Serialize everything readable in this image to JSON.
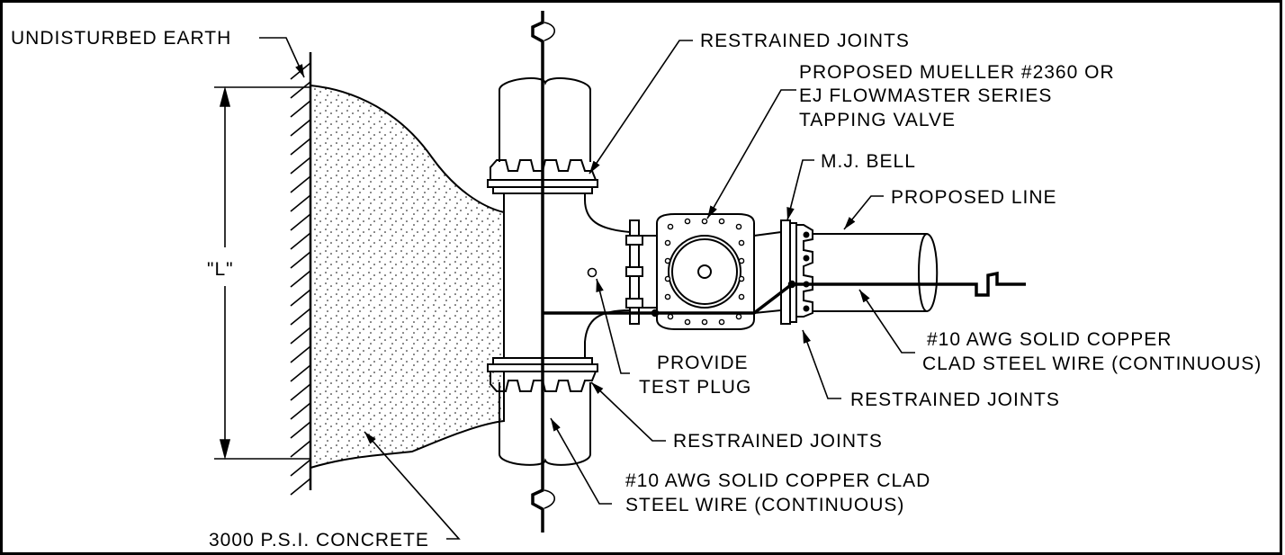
{
  "labels": {
    "undisturbed_earth": "UNDISTURBED EARTH",
    "dimension_l": "\"L\"",
    "concrete": "3000 P.S.I. CONCRETE",
    "restrained_joints_top": "RESTRAINED JOINTS",
    "valve_line1": "PROPOSED MUELLER #2360 OR",
    "valve_line2": "EJ FLOWMASTER SERIES",
    "valve_line3": "TAPPING VALVE",
    "mj_bell": "M.J. BELL",
    "proposed_line": "PROPOSED LINE",
    "test_plug_line1": "PROVIDE",
    "test_plug_line2": "TEST PLUG",
    "wire_right_line1": "#10 AWG SOLID COPPER",
    "wire_right_line2": "CLAD STEEL WIRE (CONTINUOUS)",
    "restrained_joints_right": "RESTRAINED JOINTS",
    "restrained_joints_bottom": "RESTRAINED JOINTS",
    "wire_bottom_line1": "#10 AWG SOLID COPPER CLAD",
    "wire_bottom_line2": "STEEL WIRE (CONTINUOUS)"
  }
}
